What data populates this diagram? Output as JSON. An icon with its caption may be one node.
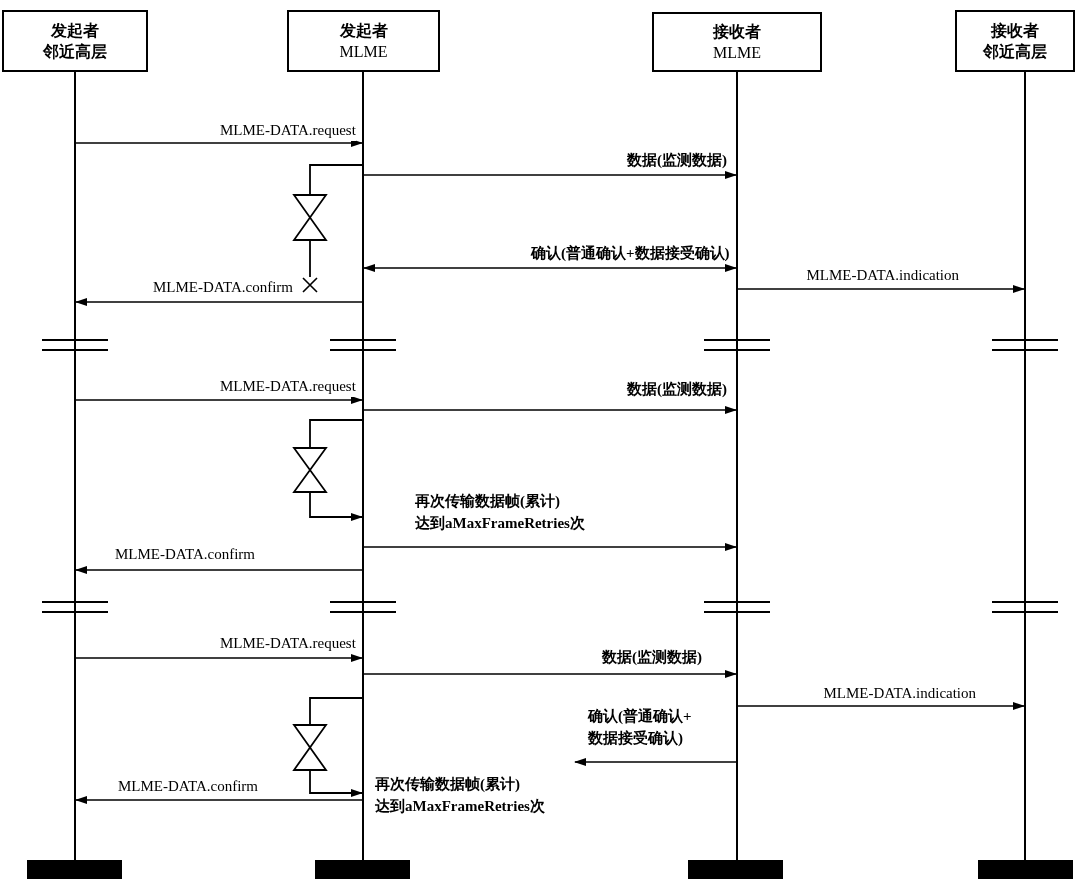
{
  "diagram": {
    "nodes": [
      {
        "text": [
          "发起者",
          "邻近高层"
        ]
      },
      {
        "text": [
          "发起者",
          "MLME"
        ]
      },
      {
        "text": [
          "接收者",
          "MLME"
        ]
      },
      {
        "text": [
          "接收者",
          "邻近高层"
        ]
      },
      {
        "text": [],
        "shape": "line"
      },
      {
        "text": [],
        "shape": "line"
      },
      {
        "text": [],
        "shape": "line"
      },
      {
        "text": [],
        "shape": "line"
      },
      {
        "text": [],
        "shape": "bar"
      },
      {
        "text": [],
        "shape": "bar"
      },
      {
        "text": [],
        "shape": "bar"
      },
      {
        "text": [],
        "shape": "bar"
      },
      {
        "text": [],
        "shape": "cross"
      }
    ],
    "edges": [
      {
        "from": 4,
        "to": 5,
        "arrow": "to",
        "label": "MLME-DATA.request"
      },
      {
        "from": 5,
        "to": 6,
        "arrow": "to",
        "label": "数据(监测数据)"
      },
      {
        "from": 6,
        "to": 5,
        "arrow": "both",
        "label": "确认(普通确认+数据接受确认)"
      },
      {
        "from": 6,
        "to": 7,
        "arrow": "to",
        "label": "MLME-DATA.indication"
      },
      {
        "from": 5,
        "to": 12,
        "arrow": "none"
      },
      {
        "from": 5,
        "to": 4,
        "arrow": "to",
        "label": "MLME-DATA.confirm"
      },
      {
        "from": 4,
        "to": 5,
        "arrow": "to",
        "label": "MLME-DATA.request"
      },
      {
        "from": 5,
        "to": 6,
        "arrow": "to",
        "label": "数据(监测数据)"
      },
      {
        "from": 5,
        "to": 5,
        "arrow": "to"
      },
      {
        "from": 5,
        "to": 6,
        "arrow": "to",
        "label": "再次传输数据帧(累计) 达到aMaxFrameRetries次"
      },
      {
        "from": 5,
        "to": 4,
        "arrow": "to",
        "label": "MLME-DATA.confirm"
      },
      {
        "from": 4,
        "to": 5,
        "arrow": "to",
        "label": "MLME-DATA.request"
      },
      {
        "from": 5,
        "to": 6,
        "arrow": "to",
        "label": "数据(监测数据)"
      },
      {
        "from": 6,
        "to": 7,
        "arrow": "to",
        "label": "MLME-DATA.indication"
      },
      {
        "from": 6,
        "to": null,
        "arrow": "to",
        "label": "确认(普通确认+数据接受确认)"
      },
      {
        "from": 5,
        "to": 5,
        "arrow": "to",
        "label": "再次传输数据帧(累计) 达到aMaxFrameRetries次"
      },
      {
        "from": 5,
        "to": 4,
        "arrow": "to",
        "label": "MLME-DATA.confirm"
      }
    ]
  }
}
